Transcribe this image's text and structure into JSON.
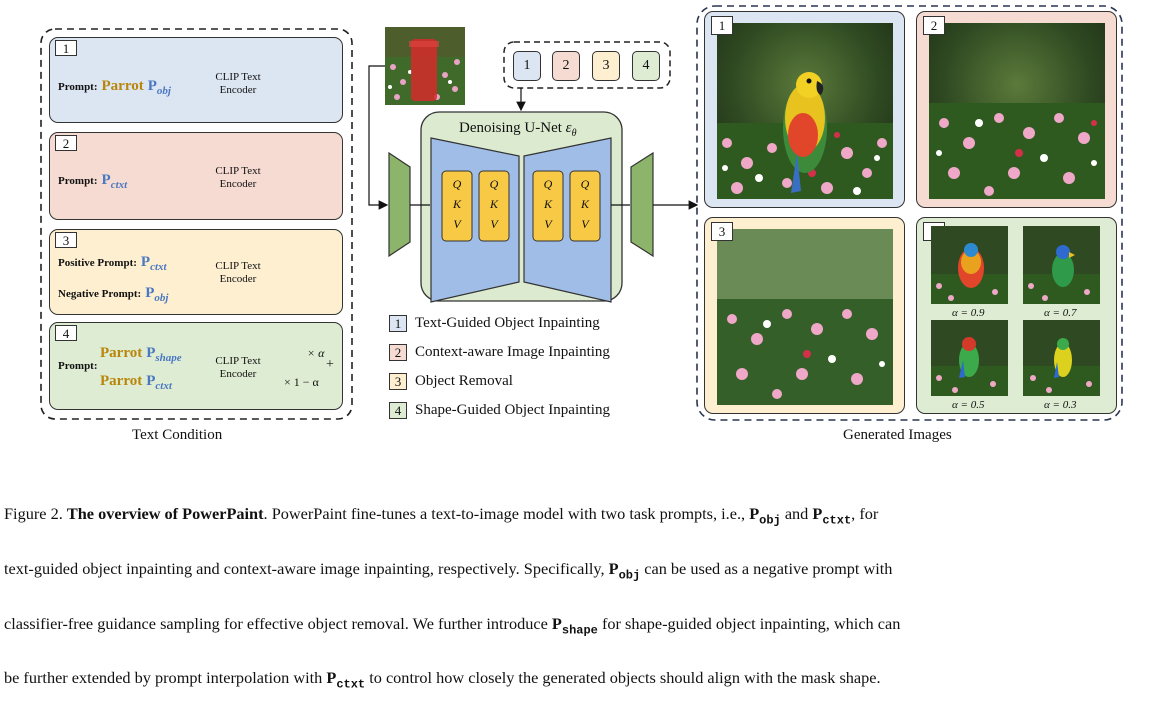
{
  "text_condition": {
    "title": "Text Condition",
    "panels": [
      {
        "num": "1",
        "prompt_label": "Prompt:",
        "word": "Parrot",
        "token": "P",
        "sub": "obj",
        "encoder": [
          "CLIP Text",
          "Encoder"
        ]
      },
      {
        "num": "2",
        "prompt_label": "Prompt:",
        "token": "P",
        "sub": "ctxt",
        "encoder": [
          "CLIP Text",
          "Encoder"
        ]
      },
      {
        "num": "3",
        "positive_label": "Positive Prompt:",
        "positive_token": "P",
        "positive_sub": "ctxt",
        "negative_label": "Negative Prompt:",
        "negative_token": "P",
        "negative_sub": "obj",
        "encoder": [
          "CLIP Text",
          "Encoder"
        ]
      },
      {
        "num": "4",
        "prompt_label": "Prompt:",
        "word1": "Parrot",
        "token1": "P",
        "sub1": "shape",
        "word2": "Parrot",
        "token2": "P",
        "sub2": "ctxt",
        "encoder": [
          "CLIP Text",
          "Encoder"
        ],
        "weight1": "× α",
        "weight2": "× 1 − α",
        "plus": "+"
      }
    ]
  },
  "unet": {
    "title": "Denoising U-Net",
    "symbol": "ε",
    "symbol_sub": "θ",
    "qkv": [
      "Q",
      "K",
      "V"
    ]
  },
  "task_chips": [
    "1",
    "2",
    "3",
    "4"
  ],
  "legend": [
    {
      "num": "1",
      "label": "Text-Guided Object Inpainting",
      "color": "#dce6f3"
    },
    {
      "num": "2",
      "label": "Context-aware Image Inpainting",
      "color": "#f6dbd2"
    },
    {
      "num": "3",
      "label": "Object Removal",
      "color": "#fdefd0"
    },
    {
      "num": "4",
      "label": "Shape-Guided Object Inpainting",
      "color": "#deecd3"
    }
  ],
  "generated": {
    "title": "Generated Images",
    "panels": [
      "1",
      "2",
      "3",
      "4"
    ],
    "alphas": [
      "α = 0.9",
      "α = 0.7",
      "α = 0.5",
      "α = 0.3"
    ]
  },
  "caption": {
    "line1_a": "Figure 2. ",
    "line1_b": "The overview of PowerPaint",
    "line1_c": ". PowerPaint fine-tunes a text-to-image model with two task prompts, i.e., ",
    "p_obj": "P",
    "p_obj_sub": "obj",
    "and": " and ",
    "p_ctxt": "P",
    "p_ctxt_sub": "ctxt",
    "line1_d": ", for",
    "line2_a": "text-guided object inpainting and context-aware image inpainting, respectively. Specifically, ",
    "line2_b": " can be used as a negative prompt with",
    "line3_a": "classifier-free guidance sampling for effective object removal. We further introduce ",
    "p_shape_sub": "shape",
    "line3_b": " for shape-guided object inpainting, which can",
    "line4_a": "be further extended by prompt interpolation with ",
    "line4_b": " to control how closely the generated objects should align with the mask shape."
  }
}
